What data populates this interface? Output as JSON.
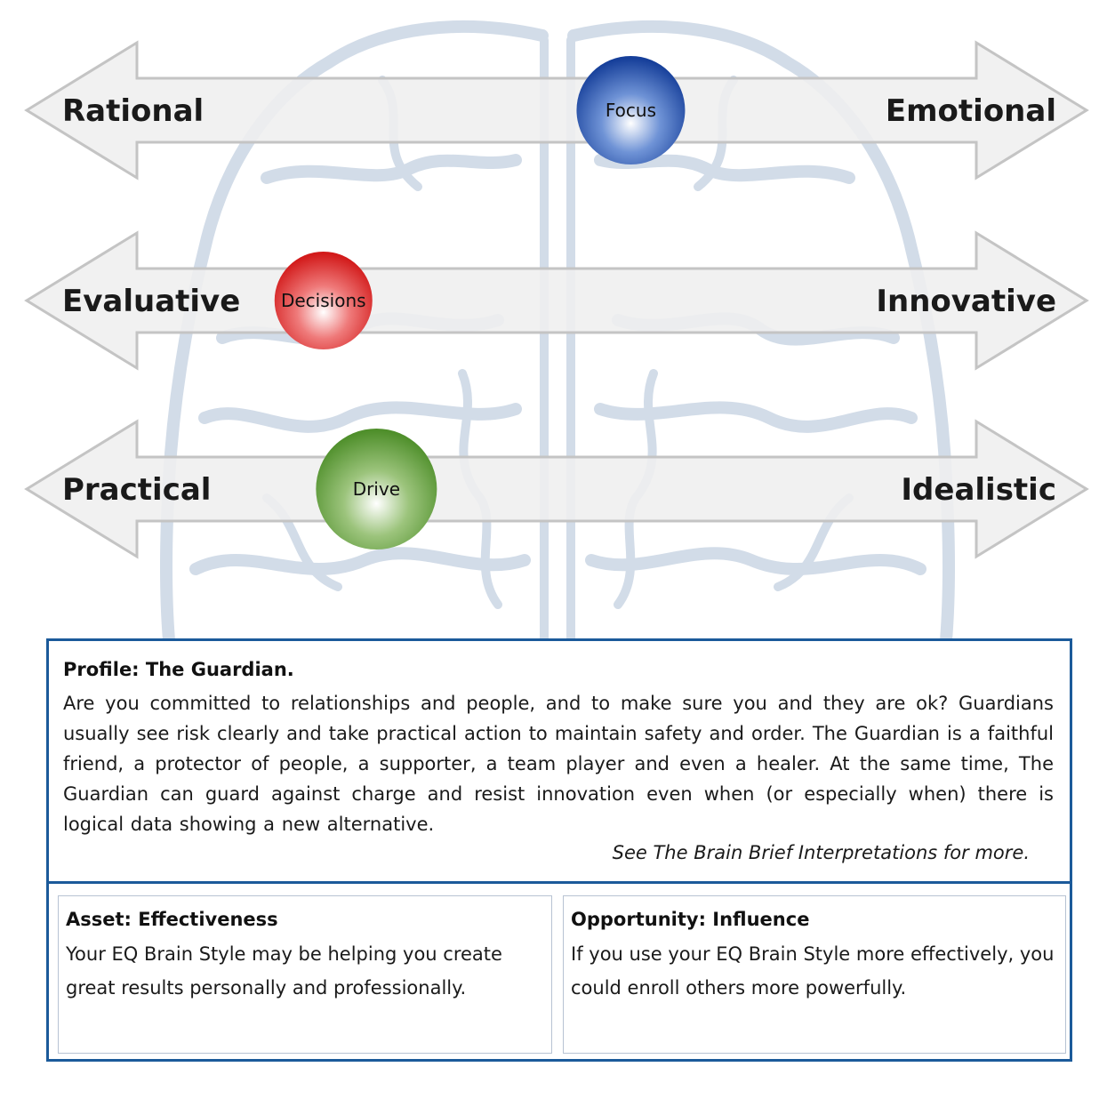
{
  "axes": [
    {
      "left": "Rational",
      "right": "Emotional",
      "marker": {
        "label": "Focus",
        "color": "blue",
        "position": 0.57
      }
    },
    {
      "left": "Evaluative",
      "right": "Innovative",
      "marker": {
        "label": "Decisions",
        "color": "red",
        "position": 0.28
      }
    },
    {
      "left": "Practical",
      "right": "Idealistic",
      "marker": {
        "label": "Drive",
        "color": "green",
        "position": 0.33
      }
    }
  ],
  "colors": {
    "panel_border": "#1b5a9a",
    "arrow_fill": "#efefef",
    "arrow_stroke": "#c4c4c4",
    "brain_line": "#d2dce8"
  },
  "profile": {
    "title": "Profile: The Guardian.",
    "body": "Are you committed to relationships and people, and to make sure you and they are ok?  Guardians usually see risk clearly and take practical action to maintain safety and order. The Guardian is a faithful friend, a protector of people, a supporter, a team player and even a healer.  At the same time, The Guardian can guard against charge and resist innovation even when (or especially when) there is logical data showing a new alternative.",
    "more": "See The Brain Brief Interpretations for more."
  },
  "asset": {
    "title": "Asset: Effectiveness",
    "body": "Your EQ Brain Style may be helping you create great results personally and professionally."
  },
  "opportunity": {
    "title": "Opportunity: Influence",
    "body": "If you use your EQ Brain Style more effectively, you could enroll others more powerfully."
  }
}
